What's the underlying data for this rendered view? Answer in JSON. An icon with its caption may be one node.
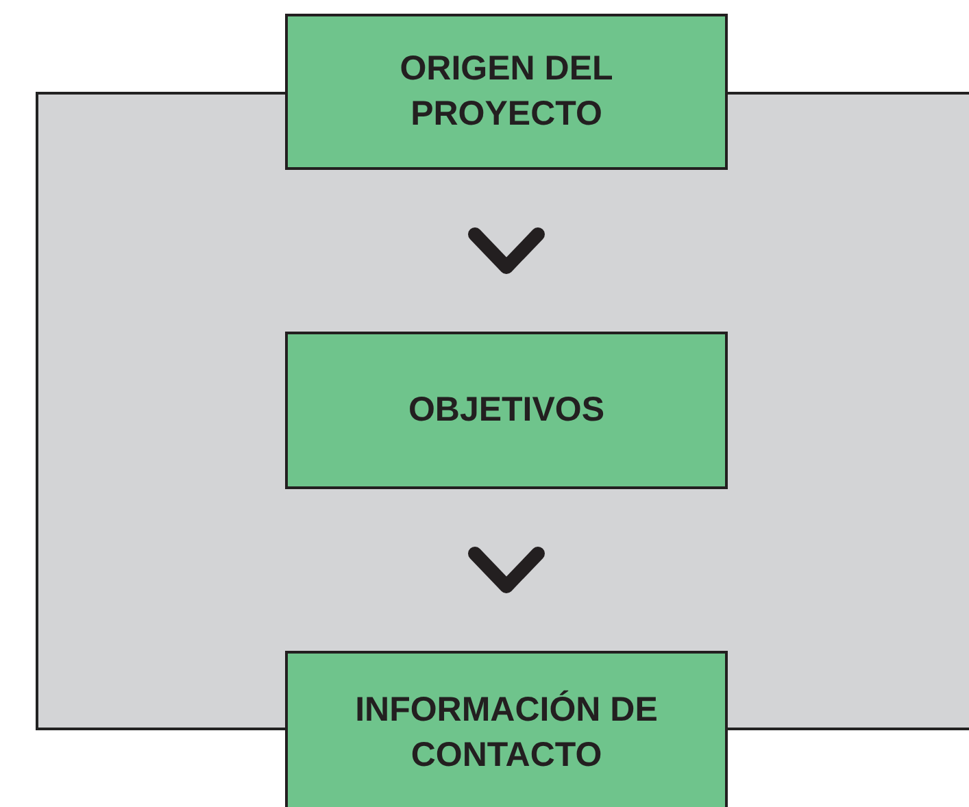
{
  "diagram": {
    "nodes": [
      {
        "text": [
          "ORIGEN DEL PROYECTO"
        ]
      },
      {
        "text": [
          "OBJETIVOS"
        ]
      },
      {
        "text": [
          "INFORMACIÓN DE CONTACTO"
        ]
      }
    ],
    "edges": [
      {
        "from": 0,
        "to": 1,
        "arrow": "to"
      },
      {
        "from": 1,
        "to": 2,
        "arrow": "to"
      }
    ]
  }
}
